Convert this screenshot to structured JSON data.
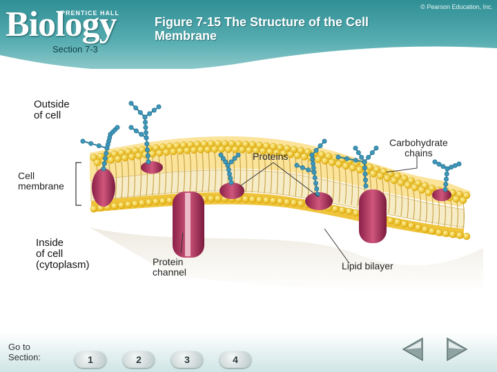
{
  "header": {
    "logo": "Biology",
    "publisher": "PRENTICE HALL",
    "copyright": "© Pearson Education, Inc.",
    "figure_title": "Figure 7-15 The Structure of the Cell Membrane",
    "section": "Section 7-3"
  },
  "labels": {
    "outside_line1": "Outside",
    "outside_line2": "of cell",
    "proteins": "Proteins",
    "carb_line1": "Carbohydrate",
    "carb_line2": "chains",
    "membrane_line1": "Cell",
    "membrane_line2": "membrane",
    "inside_line1": "Inside",
    "inside_line2": "of cell",
    "inside_line3": "(cytoplasm)",
    "channel_line1": "Protein",
    "channel_line2": "channel",
    "bilayer": "Lipid bilayer"
  },
  "footer": {
    "goto_line1": "Go to",
    "goto_line2": "Section:",
    "sections": [
      "1",
      "2",
      "3",
      "4"
    ]
  },
  "colors": {
    "header": "#4aa3a8",
    "lipid_head": "#f2c318",
    "lipid_tail": "#f6e7b4",
    "protein": "#b2345f",
    "carbohydrate": "#3d96b8"
  }
}
